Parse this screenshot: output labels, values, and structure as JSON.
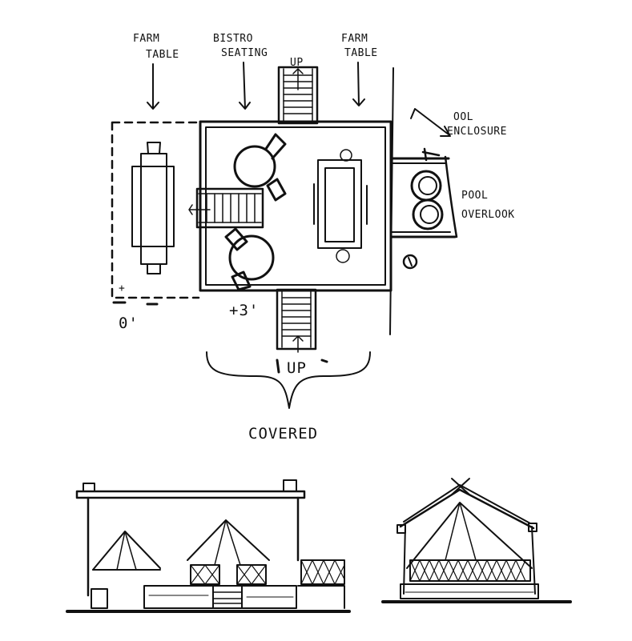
{
  "labels": {
    "farm_table_left_1": "FARM",
    "farm_table_left_2": "TABLE",
    "bistro_1": "BISTRO",
    "bistro_2": "SEATING",
    "farm_table_right_1": "FARM",
    "farm_table_right_2": "TABLE",
    "up_top": "UP",
    "up_bottom": "UP",
    "pool_enclosure_1": "OOL",
    "pool_enclosure_2": "ENCLOSURE",
    "pool_overlook_1": "POOL",
    "pool_overlook_2": "OVERLOOK",
    "elev_zero": "0'",
    "elev_plus3": "+3'",
    "plus_mark": "+",
    "covered": "COVERED"
  }
}
